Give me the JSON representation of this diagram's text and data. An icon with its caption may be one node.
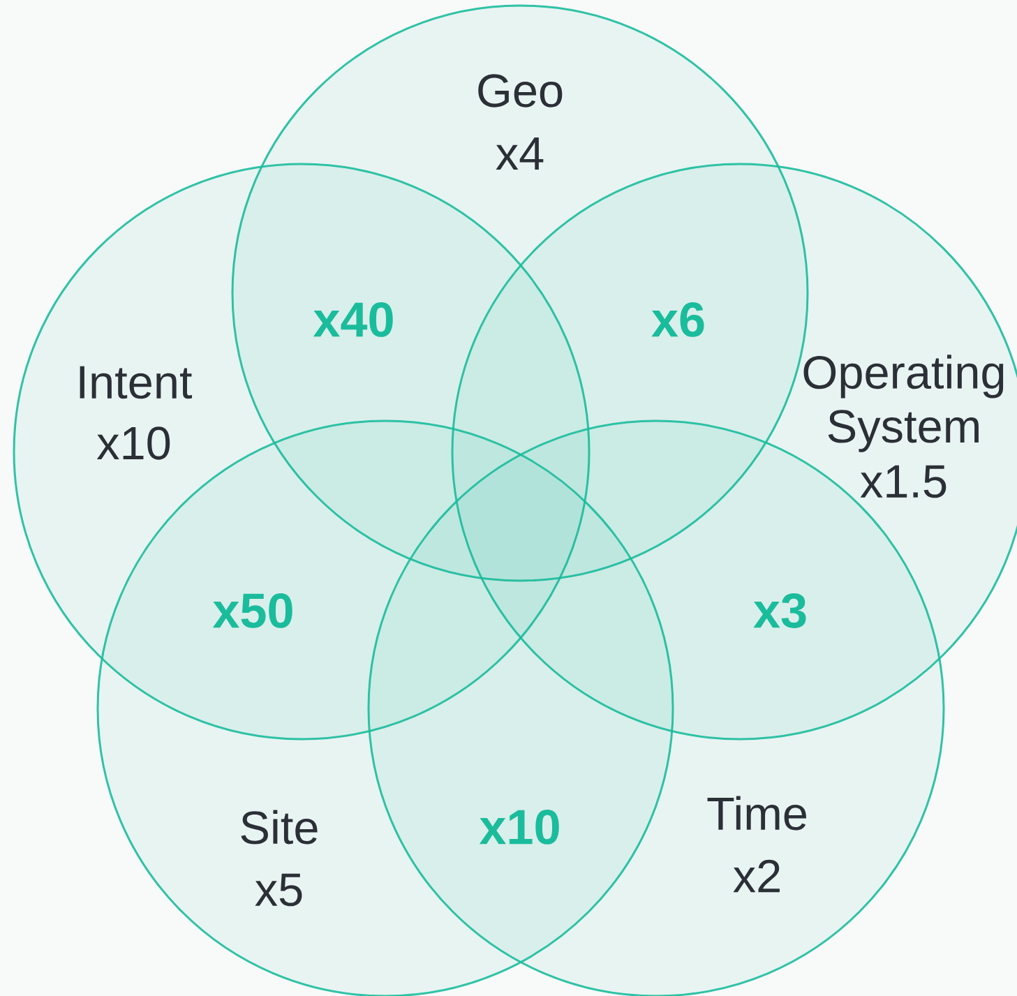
{
  "diagram": {
    "nodes": [
      {
        "text": [
          "Geo",
          "x4"
        ]
      },
      {
        "text": [
          "Intent",
          "x10"
        ]
      },
      {
        "text": [
          "Operating System",
          "x1.5"
        ]
      },
      {
        "text": [
          "Site",
          "x5"
        ]
      },
      {
        "text": [
          "Time",
          "x2"
        ]
      }
    ],
    "labels": [
      "x40",
      "x6",
      "x50",
      "x3",
      "x10"
    ]
  }
}
